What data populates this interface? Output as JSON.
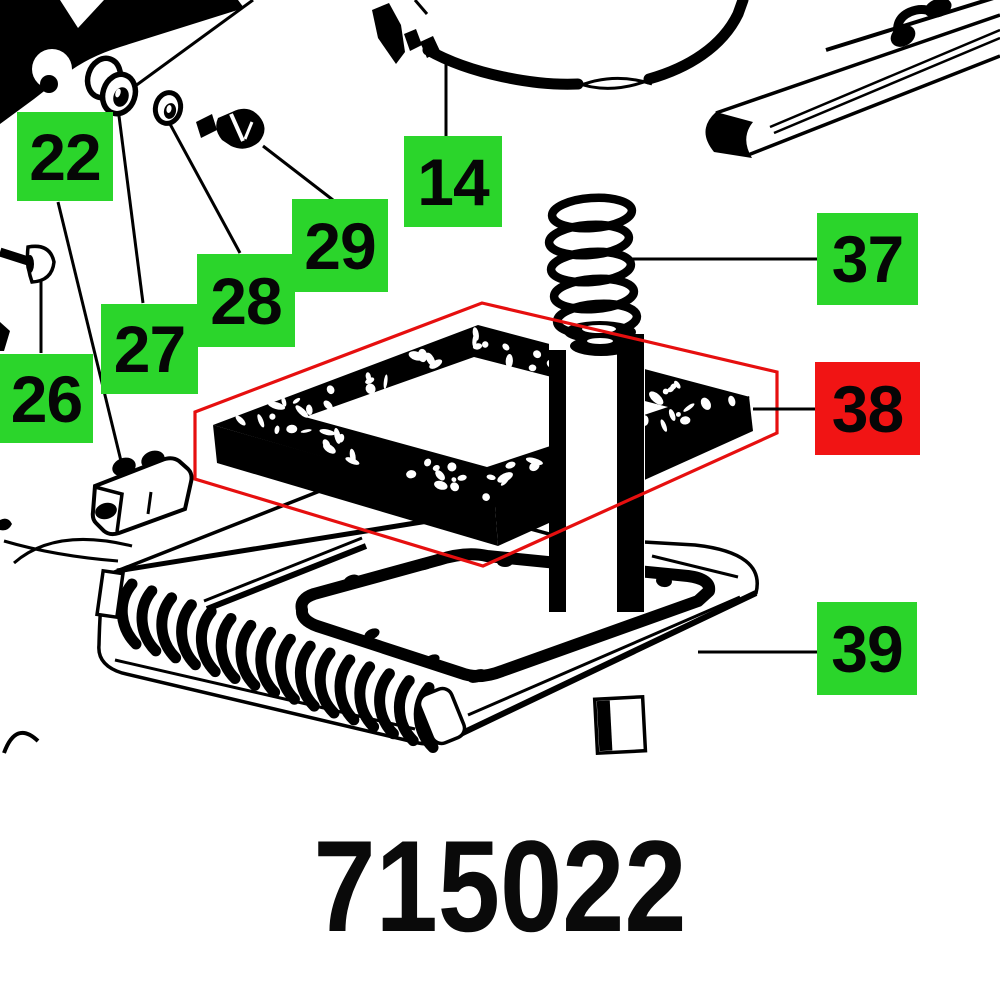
{
  "diagram": {
    "type": "exploded-parts-diagram",
    "part_number_label": "715022",
    "highlighted_callout": "38",
    "callouts": [
      {
        "number": "22",
        "style": "green"
      },
      {
        "number": "26",
        "style": "green"
      },
      {
        "number": "27",
        "style": "green"
      },
      {
        "number": "28",
        "style": "green"
      },
      {
        "number": "29",
        "style": "green"
      },
      {
        "number": "14",
        "style": "green"
      },
      {
        "number": "37",
        "style": "green"
      },
      {
        "number": "38",
        "style": "red"
      },
      {
        "number": "39",
        "style": "green"
      }
    ],
    "colors": {
      "green": "#2bd52b",
      "red": "#f11414",
      "outline_red": "#e60f0f",
      "ink": "#000000",
      "background": "#ffffff"
    }
  }
}
